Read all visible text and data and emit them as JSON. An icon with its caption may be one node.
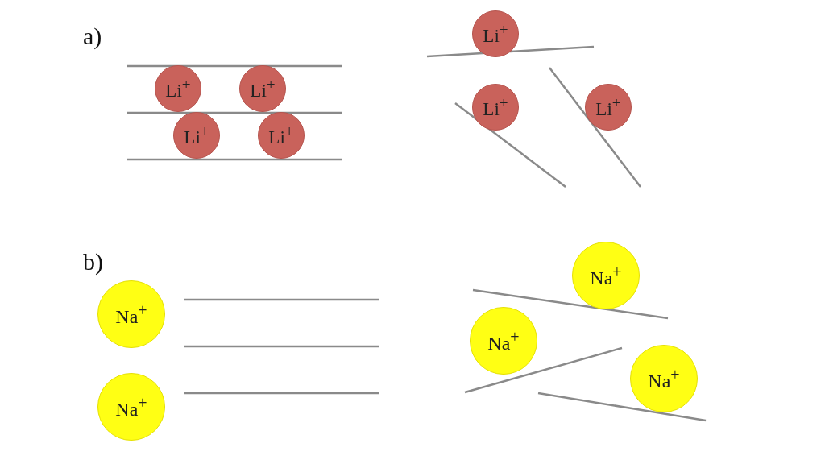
{
  "diagram": {
    "nodes": [
      {
        "text": [
          "Li$^{+}$"
        ]
      },
      {
        "text": [
          "Li$^{+}$"
        ]
      },
      {
        "text": [
          "Li$^{+}$"
        ]
      },
      {
        "text": [
          "Li$^{+}$"
        ]
      },
      {
        "text": [
          "Li$^{+}$"
        ]
      },
      {
        "text": [
          "Li$^{+}$"
        ]
      },
      {
        "text": [
          "Li$^{+}$"
        ]
      },
      {
        "text": [
          "Na$^{+}$"
        ]
      },
      {
        "text": [
          "Na$^{+}$"
        ]
      },
      {
        "text": [
          "Na$^{+}$"
        ]
      },
      {
        "text": [
          "Na$^{+}$"
        ]
      },
      {
        "text": [
          "Na$^{+}$"
        ]
      }
    ],
    "labels": [
      "a)",
      "b)"
    ]
  }
}
